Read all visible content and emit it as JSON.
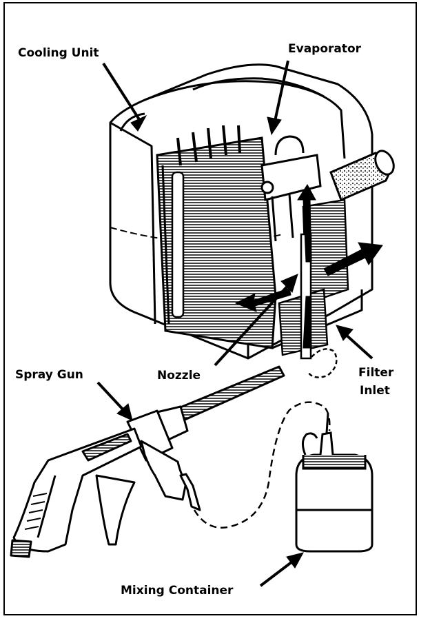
{
  "labels": {
    "cooling_unit": "Cooling Unit",
    "evaporator": "Evaporator",
    "nozzle": "Nozzle",
    "spray_gun": "Spray Gun",
    "filter_inlet_line1": "Filter",
    "filter_inlet_line2": "Inlet",
    "mixing_container": "Mixing Container"
  },
  "colors": {
    "ink": "#000000",
    "paper": "#ffffff"
  }
}
